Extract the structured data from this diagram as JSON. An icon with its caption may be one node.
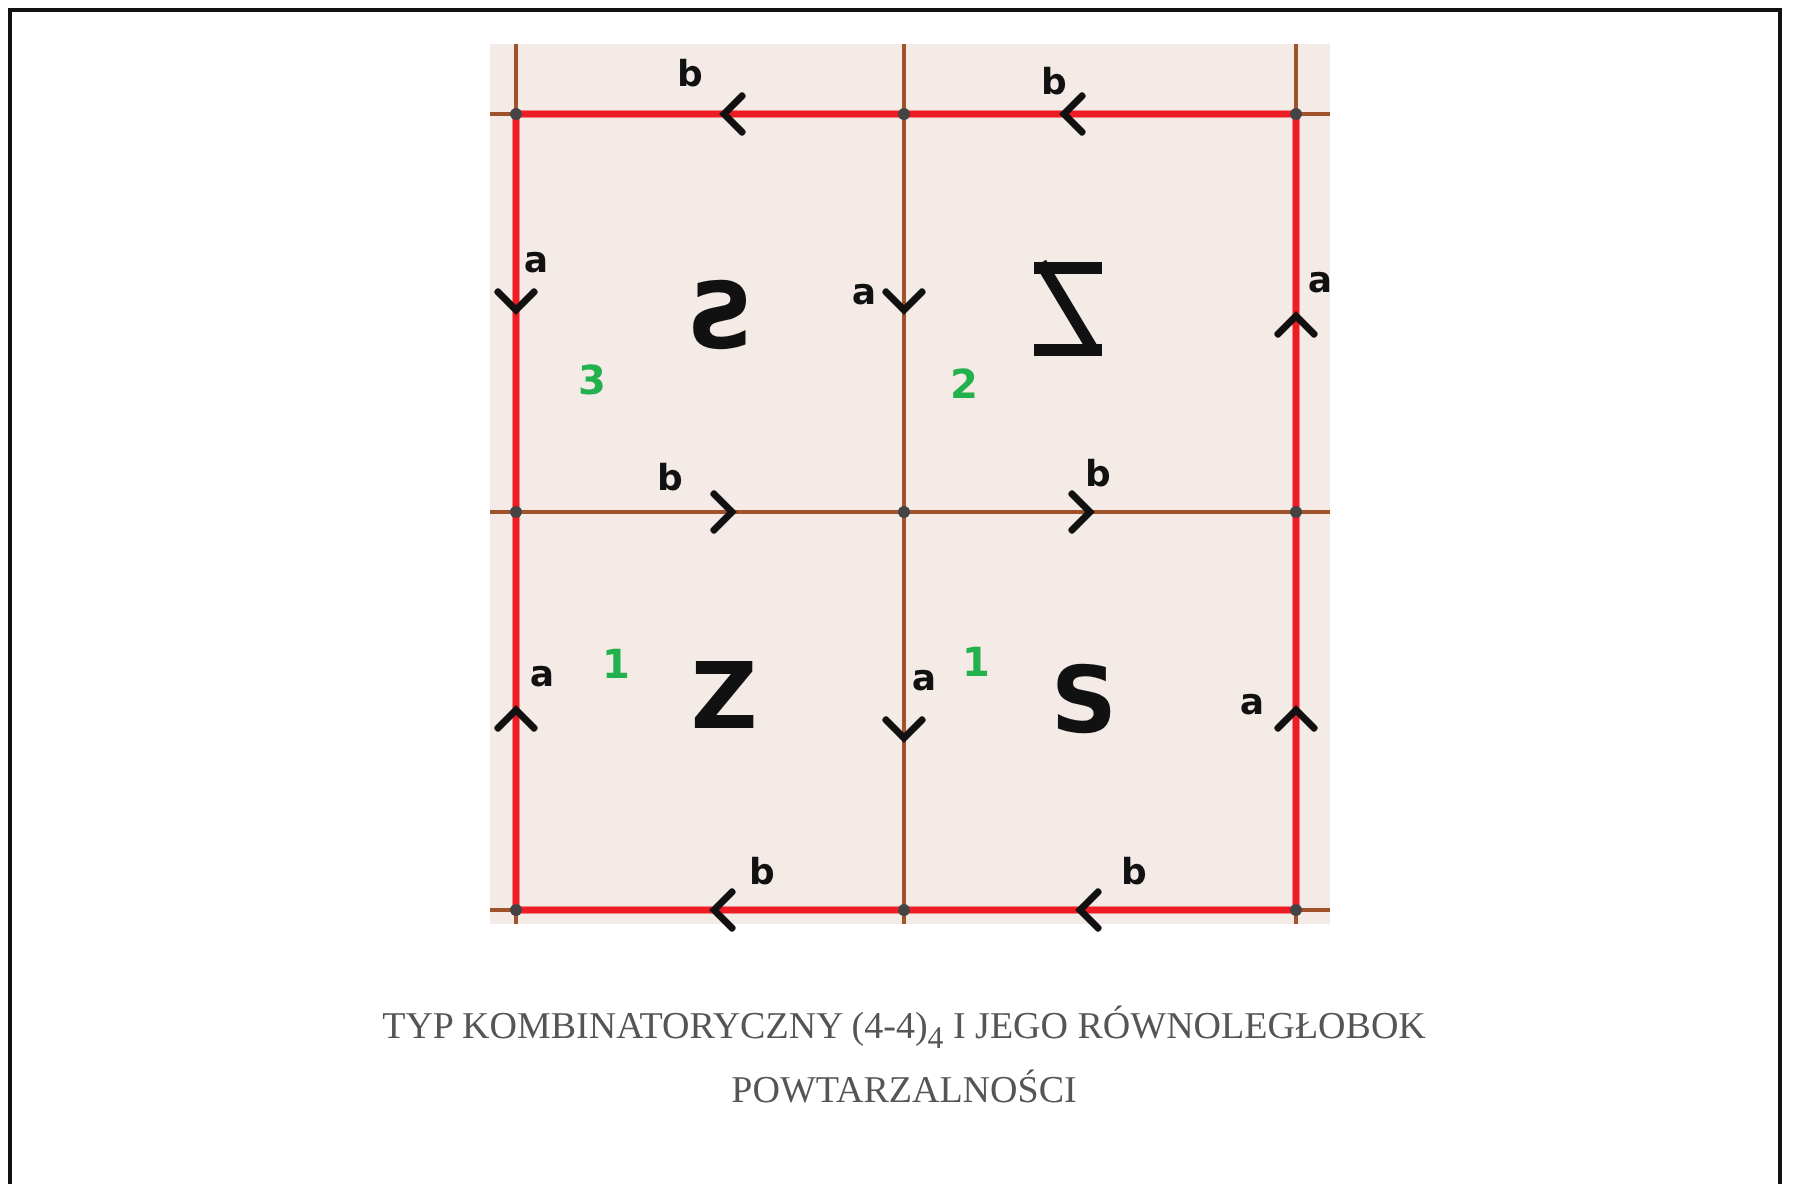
{
  "diagram": {
    "caption": "TYP KOMBINATORYCZNY (4-4)$_{4}$ I JEGO RÓWNOLEGŁOBOK POWTARZALNOŚCI",
    "labels": [
      "b",
      "b",
      "a",
      "Ƨ",
      "a",
      "a",
      "3",
      "2",
      "b",
      "b",
      "a",
      "1",
      "Z",
      "a",
      "1",
      "S",
      "a",
      "b",
      "b"
    ]
  }
}
